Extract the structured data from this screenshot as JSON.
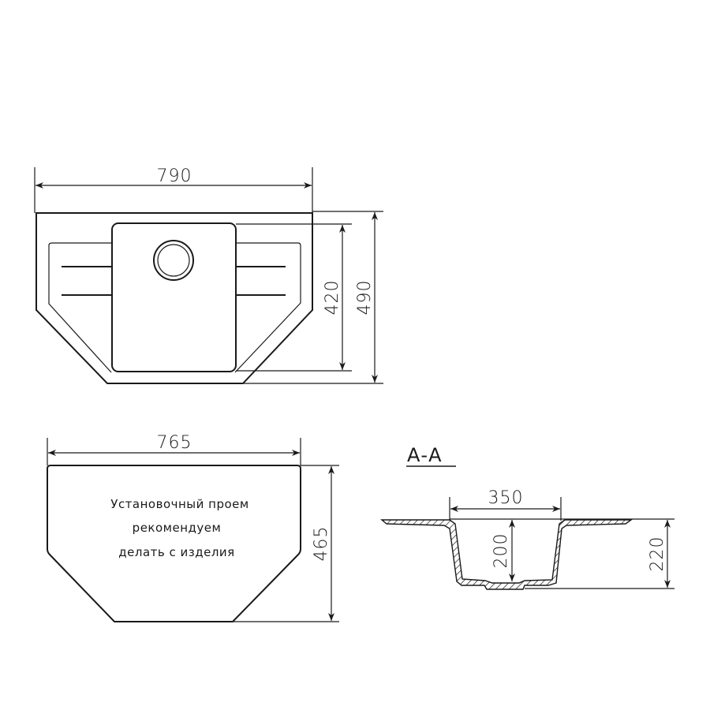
{
  "top_view": {
    "overall_width": "790",
    "bowl_length": "420",
    "overall_depth": "490"
  },
  "cutout_view": {
    "width": "765",
    "depth": "465",
    "note_lines": [
      "Установочный проем",
      "рекомендуем",
      "делать с изделия"
    ]
  },
  "section_view": {
    "label": "А-А",
    "bowl_width": "350",
    "bowl_depth": "200",
    "total_depth": "220"
  },
  "colors": {
    "line": "#1a1a1a",
    "background": "#ffffff"
  }
}
